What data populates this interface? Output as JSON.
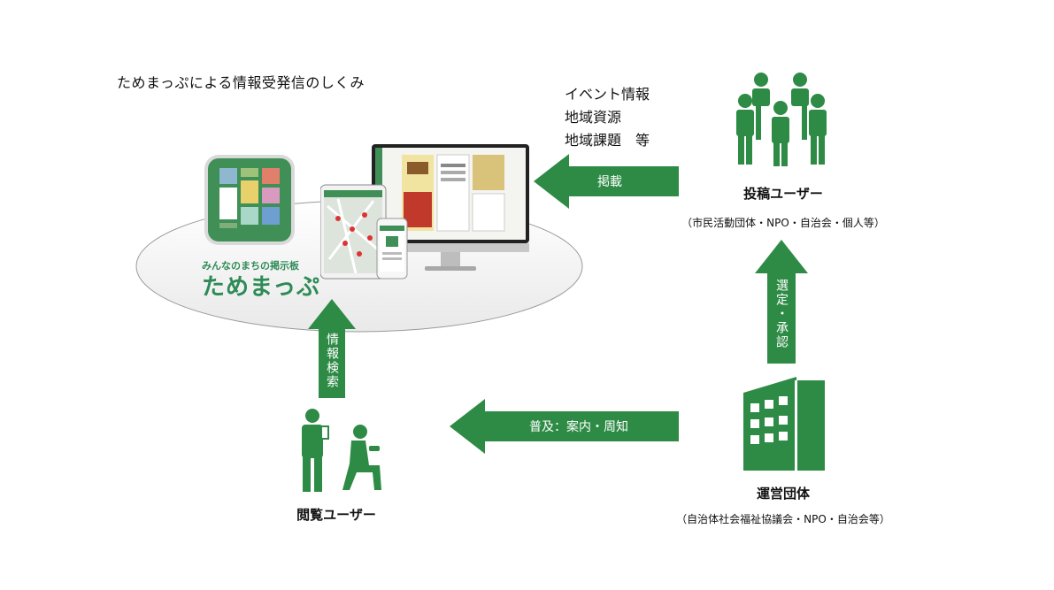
{
  "title": "ためまっぷによる情報受発信のしくみ",
  "info_lines": [
    "イベント情報",
    "地域資源",
    "地域課題　等"
  ],
  "app": {
    "tagline": "みんなのまちの掲示板",
    "name": "ためまっぷ"
  },
  "arrows": {
    "post": "掲載",
    "approve": "選定・承認",
    "search": "情報検索",
    "promote": "普及：案内・周知"
  },
  "poster": {
    "label": "投稿ユーザー",
    "sub": "（市民活動団体・NPO・自治会・個人等）"
  },
  "operator": {
    "label": "運営団体",
    "sub": "（自治体社会福祉協議会・NPO・自治会等）"
  },
  "viewer": {
    "label": "閲覧ユーザー"
  },
  "colors": {
    "arrow_green": "#2e8b45",
    "brand_green": "#2e8b57",
    "icon_green": "#2e8b45"
  }
}
